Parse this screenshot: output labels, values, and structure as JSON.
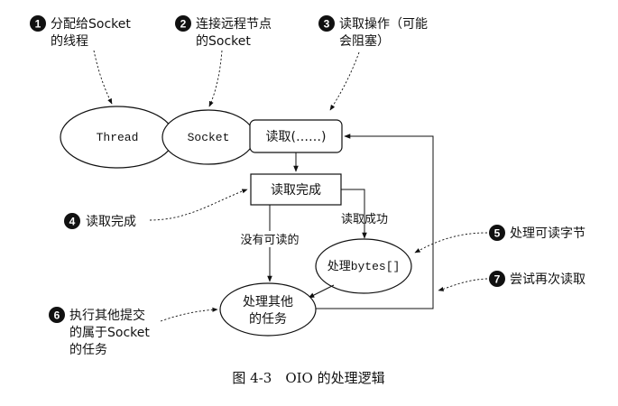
{
  "annotations": {
    "a1": {
      "number": "1",
      "lines": [
        "分配给Socket",
        "的线程"
      ]
    },
    "a2": {
      "number": "2",
      "lines": [
        "连接远程节点",
        "的Socket"
      ]
    },
    "a3": {
      "number": "3",
      "lines": [
        "读取操作（可能",
        "会阻塞）"
      ]
    },
    "a4": {
      "number": "4",
      "lines": [
        "读取完成"
      ]
    },
    "a5": {
      "number": "5",
      "lines": [
        "处理可读字节"
      ]
    },
    "a6": {
      "number": "6",
      "lines": [
        "执行其他提交",
        "的属于Socket",
        "的任务"
      ]
    },
    "a7": {
      "number": "7",
      "lines": [
        "尝试再次读取"
      ]
    }
  },
  "nodes": {
    "thread": "Thread",
    "socket": "Socket",
    "read": "读取(……)",
    "read_done": "读取完成",
    "process_bytes_prefix": "处理",
    "process_bytes_code": "bytes[]",
    "other_tasks": [
      "处理其他",
      "的任务"
    ]
  },
  "edges": {
    "read_success": "读取成功",
    "nothing_readable": "没有可读的"
  },
  "caption": "图 4-3　OIO 的处理逻辑"
}
